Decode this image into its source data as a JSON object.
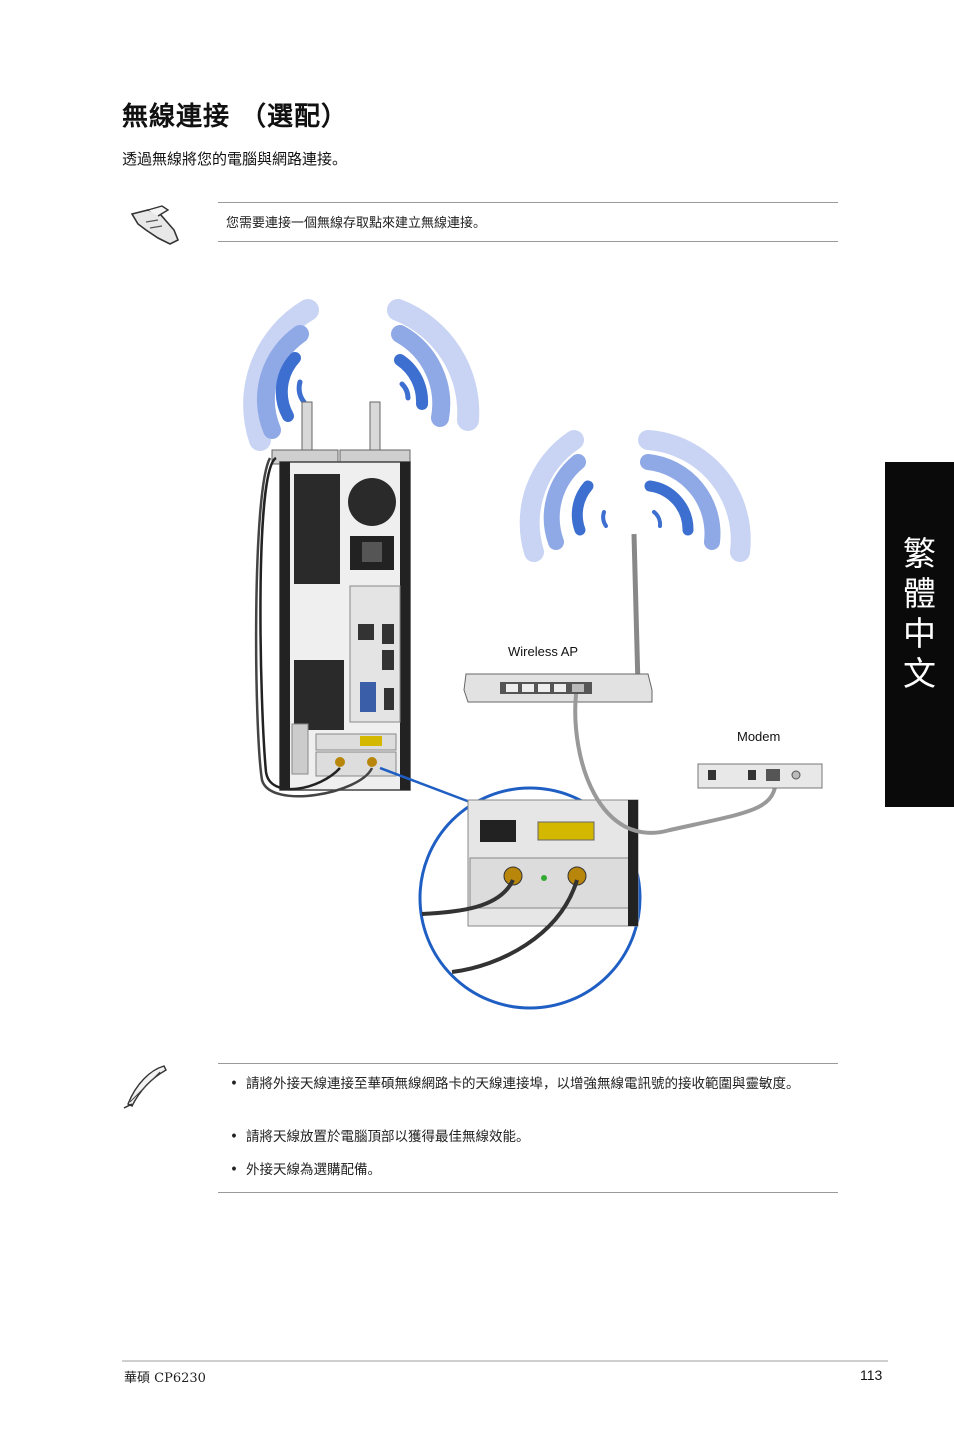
{
  "page": {
    "title": "無線連接 （選配）",
    "subtitle": "透過無線將您的電腦與網路連接。",
    "note": "您需要連接一個無線存取點來建立無線連接。",
    "side_tab": "繁體中文",
    "diagram": {
      "wireless_ap_label": "Wireless AP",
      "modem_label": "Modem"
    },
    "tips": [
      {
        "bullet": "•",
        "text": "請將外接天線連接至華碩無線網路卡的天線連接埠，以增強無線電訊號的接收範圍與靈敏度。"
      },
      {
        "bullet": "•",
        "text": "請將天線放置於電腦頂部以獲得最佳無線效能。"
      },
      {
        "bullet": "•",
        "text": "外接天線為選購配備。"
      }
    ],
    "footer": {
      "left": "華碩 CP6230",
      "page_number": "113"
    }
  },
  "colors": {
    "wave_dark": "#3d6fd0",
    "wave_mid": "#8fa9e6",
    "wave_light": "#c9d4f4",
    "zoom_circle": "#1f5fc4",
    "side_tab_bg": "#0a0a0a"
  },
  "icons": {
    "note_icon": "pointing-hand-icon",
    "tips_icon": "feather-pen-icon"
  }
}
